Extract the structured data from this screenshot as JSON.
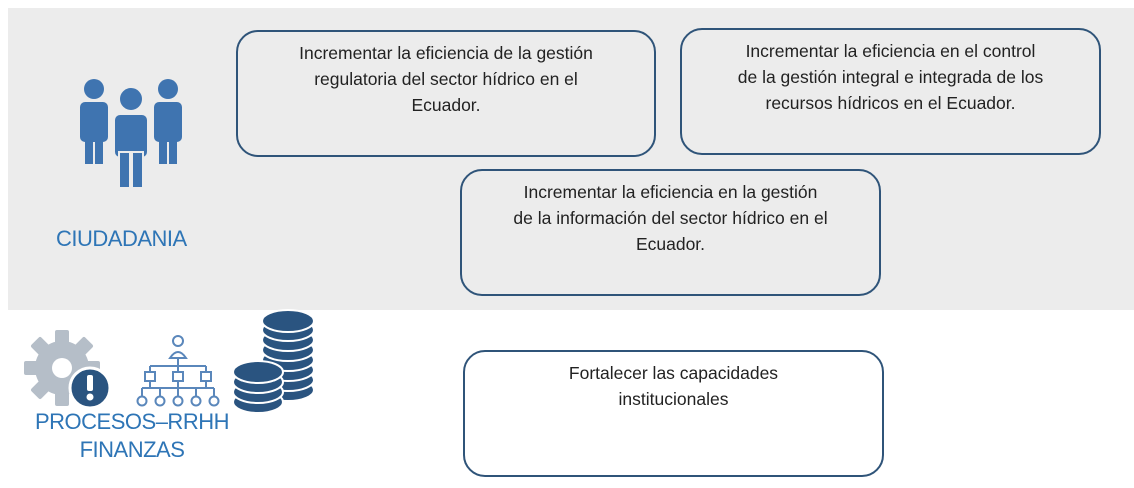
{
  "colors": {
    "band_background": "#ececec",
    "box_border": "#2f5479",
    "label_blue": "#2e75b6",
    "icon_blue": "#3f74b0",
    "icon_gray": "#b5bec8",
    "icon_dark_blue": "#2a5480"
  },
  "stakeholders": {
    "ciudadania": {
      "label": "CIUDADANIA",
      "icon": "people-group-icon"
    },
    "procesos": {
      "label_line1": "PROCESOS–RRHH",
      "label_line2": "FINANZAS",
      "icons": [
        "gear-warning-icon",
        "org-chart-icon",
        "coins-icon"
      ]
    }
  },
  "objectives": [
    {
      "line1": "Incrementar la eficiencia de la gestión",
      "line2": "regulatoria del sector hídrico en el",
      "line3": "Ecuador."
    },
    {
      "line1": "Incrementar la eficiencia en el control",
      "line2": "de la gestión integral e integrada de los",
      "line3": "recursos hídricos en el Ecuador."
    },
    {
      "line1": "Incrementar la eficiencia en la gestión",
      "line2": "de la información del sector hídrico en el",
      "line3": "Ecuador."
    },
    {
      "line1": "Fortalecer las capacidades",
      "line2": "institucionales"
    }
  ]
}
